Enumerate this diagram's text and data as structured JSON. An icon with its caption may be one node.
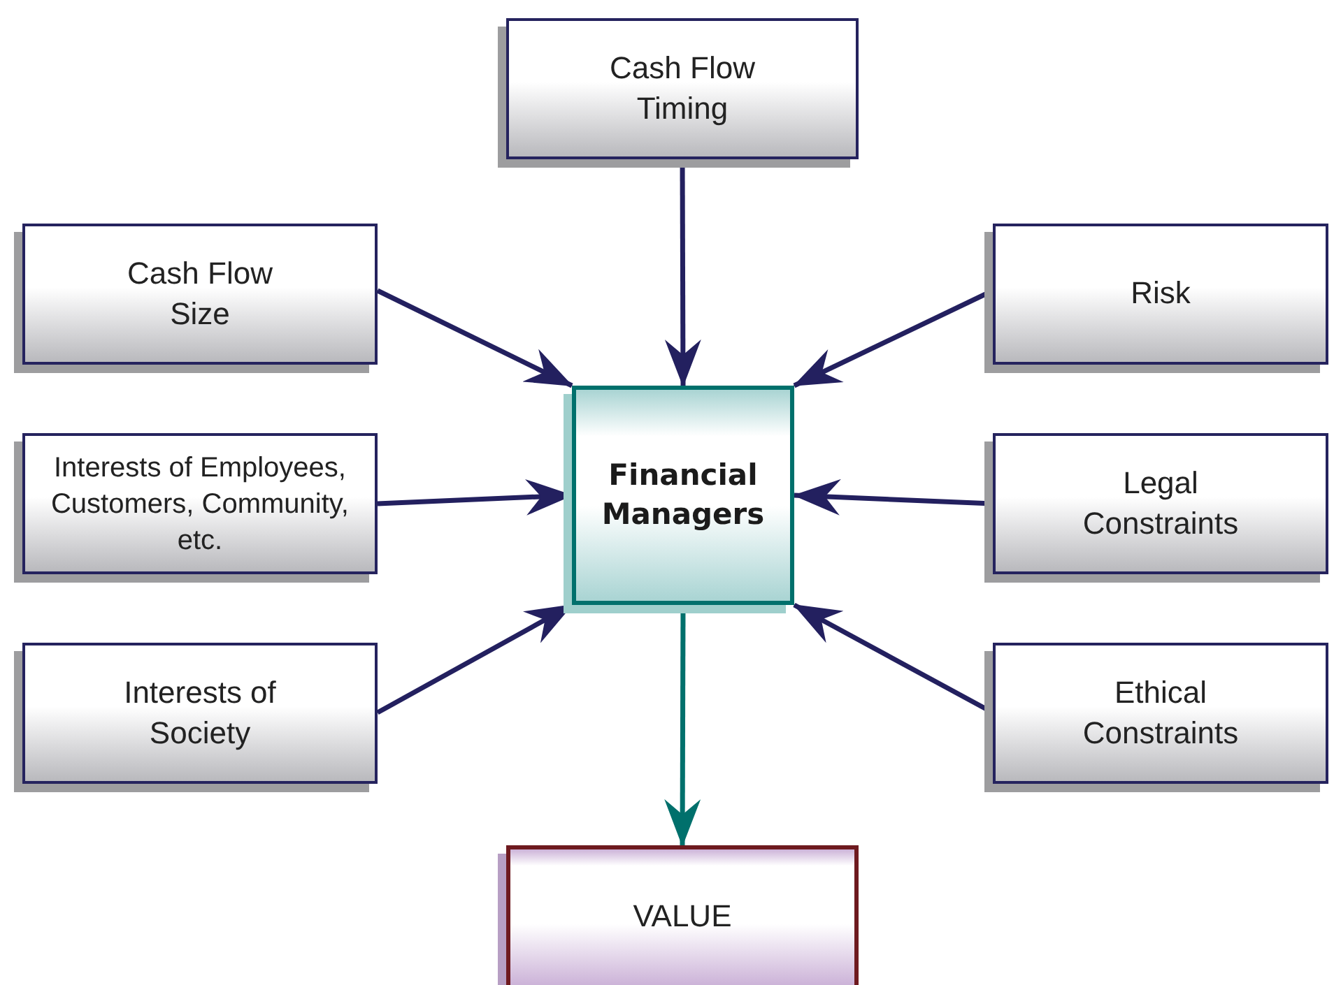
{
  "diagram": {
    "nodes": [
      {
        "text": [
          "Cash Flow Timing"
        ]
      },
      {
        "text": [
          "Cash Flow Size"
        ]
      },
      {
        "text": [
          "Risk"
        ]
      },
      {
        "text": [
          "Interests of Employees, Customers, Community, etc."
        ]
      },
      {
        "text": [
          "Legal Constraints"
        ]
      },
      {
        "text": [
          "Interests of Society"
        ]
      },
      {
        "text": [
          "Ethical Constraints"
        ]
      },
      {
        "text": [
          "Financial Managers"
        ]
      },
      {
        "text": [
          "VALUE"
        ]
      }
    ],
    "edges": [
      {
        "from": 0,
        "to": 7,
        "arrow": "to"
      },
      {
        "from": 1,
        "to": 7,
        "arrow": "to"
      },
      {
        "from": 2,
        "to": 7,
        "arrow": "to"
      },
      {
        "from": 3,
        "to": 7,
        "arrow": "to"
      },
      {
        "from": 4,
        "to": 7,
        "arrow": "to"
      },
      {
        "from": 5,
        "to": 7,
        "arrow": "to"
      },
      {
        "from": 6,
        "to": 7,
        "arrow": "to"
      },
      {
        "from": 7,
        "to": 8,
        "arrow": "to",
        "color": "#00706c"
      }
    ]
  }
}
